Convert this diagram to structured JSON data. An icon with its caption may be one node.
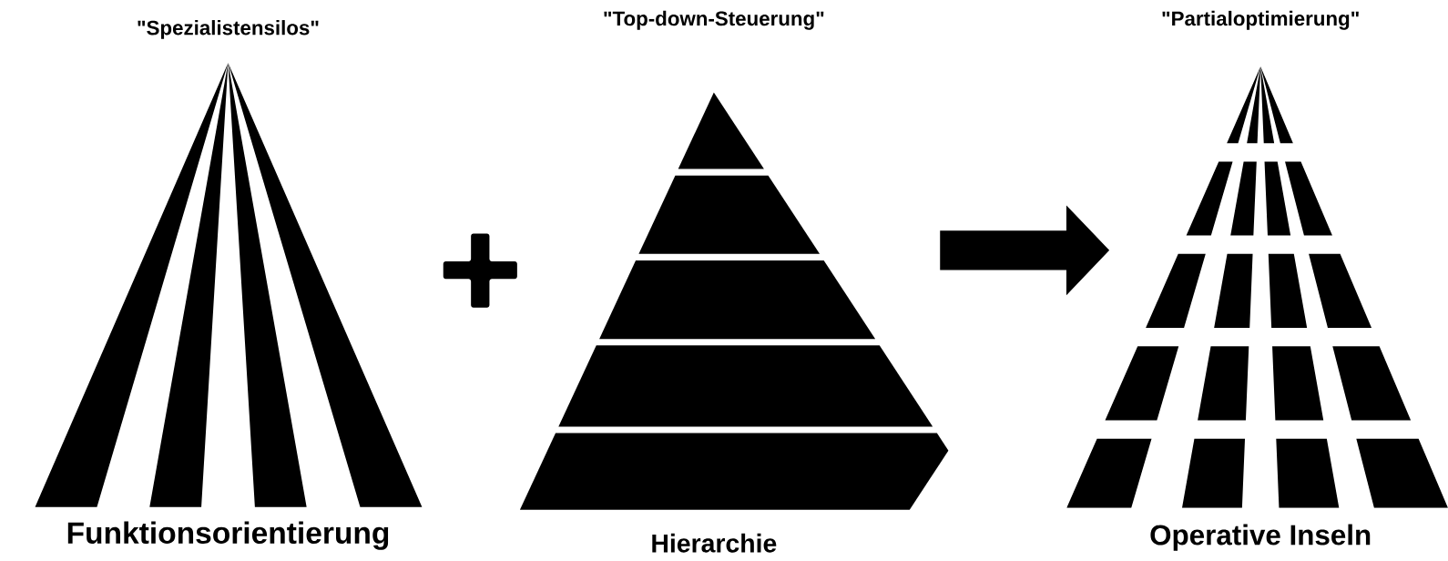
{
  "diagram": {
    "nodes": [
      {
        "text": [
          "\"Spezialistensilos\"",
          "Funktionsorientierung"
        ]
      },
      {
        "text": [],
        "shape": "plus"
      },
      {
        "text": [
          "\"Top-down-Steuerung\"",
          "Hierarchie"
        ]
      },
      {
        "text": [
          "\"Partialoptimierung\"",
          "Operative Inseln"
        ]
      }
    ],
    "edges": [
      {
        "from": 2,
        "to": 3,
        "arrow": "to"
      }
    ]
  }
}
